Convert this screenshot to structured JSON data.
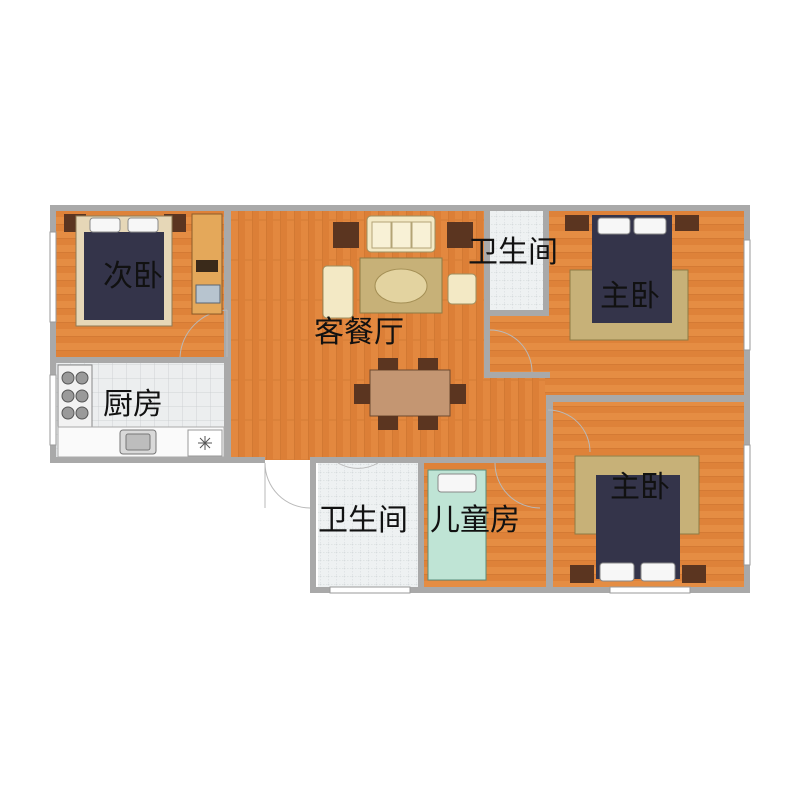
{
  "rooms": {
    "living_dining": "客餐厅",
    "second_bedroom": "次卧",
    "kitchen": "厨房",
    "bathroom_upper": "卫生间",
    "master_bedroom_upper": "主卧",
    "master_bedroom_lower": "主卧",
    "bathroom_lower": "卫生间",
    "kids_room": "儿童房"
  },
  "colors": {
    "wall": "#a9a9a9",
    "wood_floor": "#e3883f",
    "tile_floor": "#e7e9ea",
    "rug": "#c7b178",
    "bed_dark": "#34344a",
    "kids_bed": "#bfe4d5",
    "furniture_dark": "#5b3520",
    "sofa": "#f3e9c5"
  }
}
